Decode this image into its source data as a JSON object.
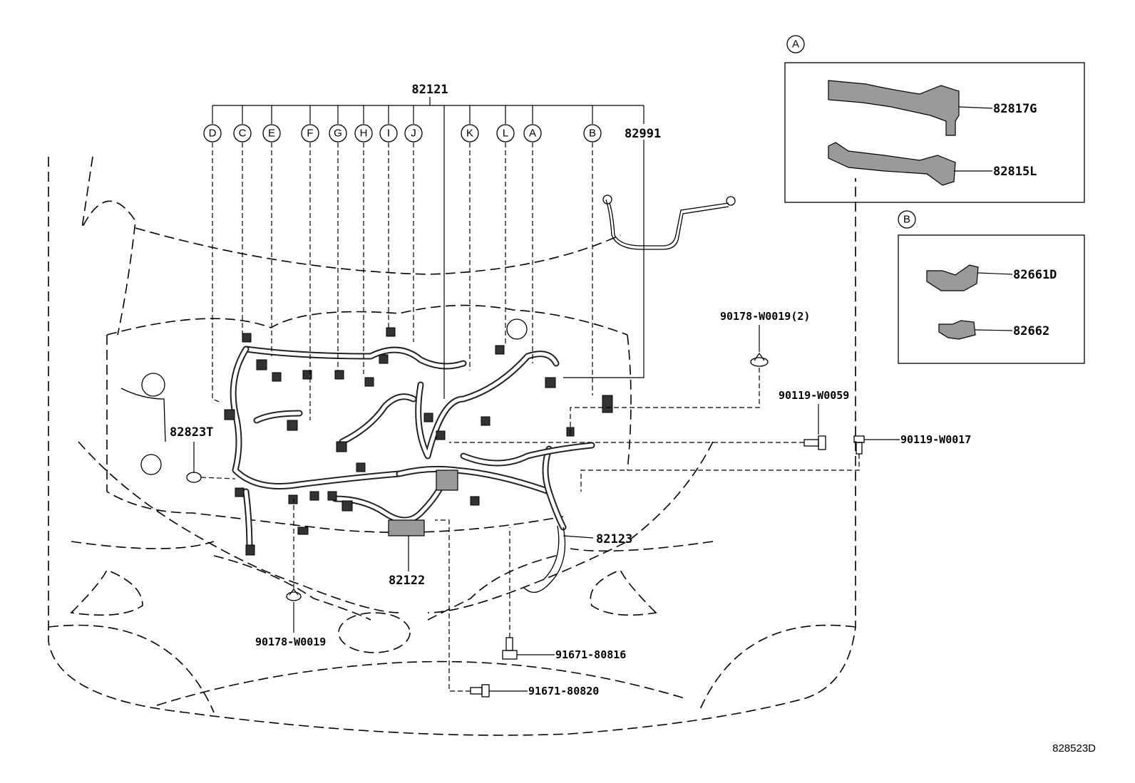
{
  "main_harness": {
    "part_no": "82121",
    "callouts": [
      "D",
      "C",
      "E",
      "F",
      "G",
      "H",
      "I",
      "J",
      "K",
      "L",
      "A",
      "B"
    ]
  },
  "parts": {
    "p82991": "82991",
    "p82823T": "82823T",
    "p82122": "82122",
    "p82123": "82123",
    "p90178_W0019_2": "90178-W0019(2)",
    "p90119_W0059": "90119-W0059",
    "p90119_W0017": "90119-W0017",
    "p90178_W0019": "90178-W0019",
    "p91671_80816": "91671-80816",
    "p91671_80820": "91671-80820"
  },
  "inset_a": {
    "marker": "A",
    "parts": [
      "82817G",
      "82815L"
    ]
  },
  "inset_b": {
    "marker": "B",
    "parts": [
      "82661D",
      "82662"
    ]
  },
  "diagram_ref": "828523D"
}
